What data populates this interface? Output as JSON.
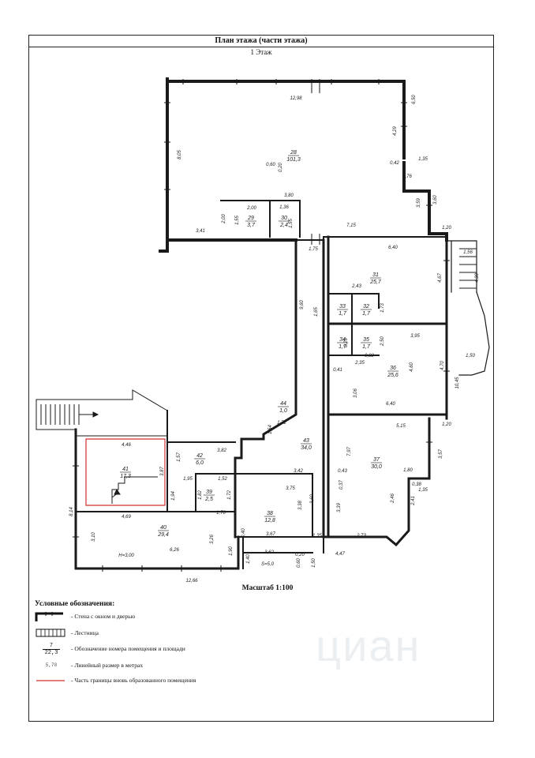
{
  "header": {
    "title": "План этажа (части этажа)",
    "floor": "1 Этаж"
  },
  "scale_label": "Масштаб 1:100",
  "legend": {
    "title": "Условные обозначения:",
    "items": [
      {
        "text": "- Стена с окном и дверью"
      },
      {
        "text": "- Лестница"
      },
      {
        "text": "- Обозначение номера помещения и площади",
        "sym_num": "7",
        "sym_area": "22,3"
      },
      {
        "text": "- Линейный размер в метрах",
        "sym_value": "5,78"
      },
      {
        "text": "- Часть границы вновь образованного помещения",
        "line_color": "#d0302f"
      }
    ]
  },
  "watermark": "циан",
  "rooms": [
    {
      "num": "28",
      "area": "101,3"
    },
    {
      "num": "29",
      "area": "3,7"
    },
    {
      "num": "30",
      "area": "2,4"
    },
    {
      "num": "31",
      "area": "25,7"
    },
    {
      "num": "33",
      "area": "1,7"
    },
    {
      "num": "32",
      "area": "1,7"
    },
    {
      "num": "34",
      "area": "1,7"
    },
    {
      "num": "35",
      "area": "1,7"
    },
    {
      "num": "36",
      "area": "25,6"
    },
    {
      "num": "44",
      "area": "1,0"
    },
    {
      "num": "43",
      "area": "34,0"
    },
    {
      "num": "37",
      "area": "30,0"
    },
    {
      "num": "42",
      "area": "6,0"
    },
    {
      "num": "41",
      "area": "17,3"
    },
    {
      "num": "39",
      "area": "2,5"
    },
    {
      "num": "38",
      "area": "12,8"
    },
    {
      "num": "40",
      "area": "29,4"
    }
  ],
  "dims": [
    "12,98",
    "6,50",
    "8,05",
    "4,29",
    "0,60",
    "0,20",
    "0,42",
    "1,35",
    "1,76",
    "3,80",
    "3,60",
    "3,59",
    "2,00",
    "2,00",
    "1,36",
    "1,55",
    "1,55",
    "3,41",
    "7,15",
    "1,20",
    "1,56",
    "4,38",
    "1,75",
    "6,40",
    "2,43",
    "4,67",
    "9,60",
    "1,65",
    "1,73",
    "2,50",
    "3,95",
    "0,26",
    "0,82",
    "0,41",
    "2,35",
    "4,60",
    "4,70",
    "1,50",
    "10,45",
    "3,06",
    "6,40",
    "1,20",
    "5,15",
    "1,72",
    "1,54",
    "7,97",
    "3,57",
    "0,37",
    "0,43",
    "1,80",
    "0,38",
    "1,35",
    "2,46",
    "2,41",
    "3,39",
    "3,60",
    "2,73",
    "4,47",
    "4,46",
    "3,82",
    "1,57",
    "3,87",
    "1,95",
    "1,52",
    "1,82",
    "1,72",
    "1,94",
    "3,42",
    "3,75",
    "3,38",
    "1,78",
    "8,14",
    "4,69",
    "3,10",
    "3,26",
    "0,40",
    "3,67",
    "1,35",
    "H=3,00",
    "6,26",
    "1,90",
    "1,40",
    "3,62",
    "0,20",
    "0,60",
    "1,50",
    "S=5,0",
    "12,66"
  ],
  "boundary_color": "#d0302f"
}
